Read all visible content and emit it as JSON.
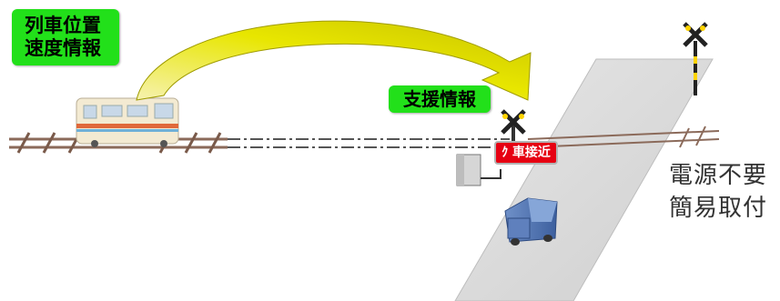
{
  "callouts": {
    "train_info_line1": "列車位置",
    "train_info_line2": "速度情報",
    "support_info": "支援情報"
  },
  "sign": {
    "text": "ｸ 車接近"
  },
  "caption": {
    "line1": "電源不要",
    "line2": "簡易取付"
  },
  "colors": {
    "callout_green": "#22e01a",
    "arrow_yellow": "#e8e600",
    "sign_red": "#e60012",
    "rail_brown": "#8b6a5a",
    "road_gray": "#d9d9d9"
  }
}
